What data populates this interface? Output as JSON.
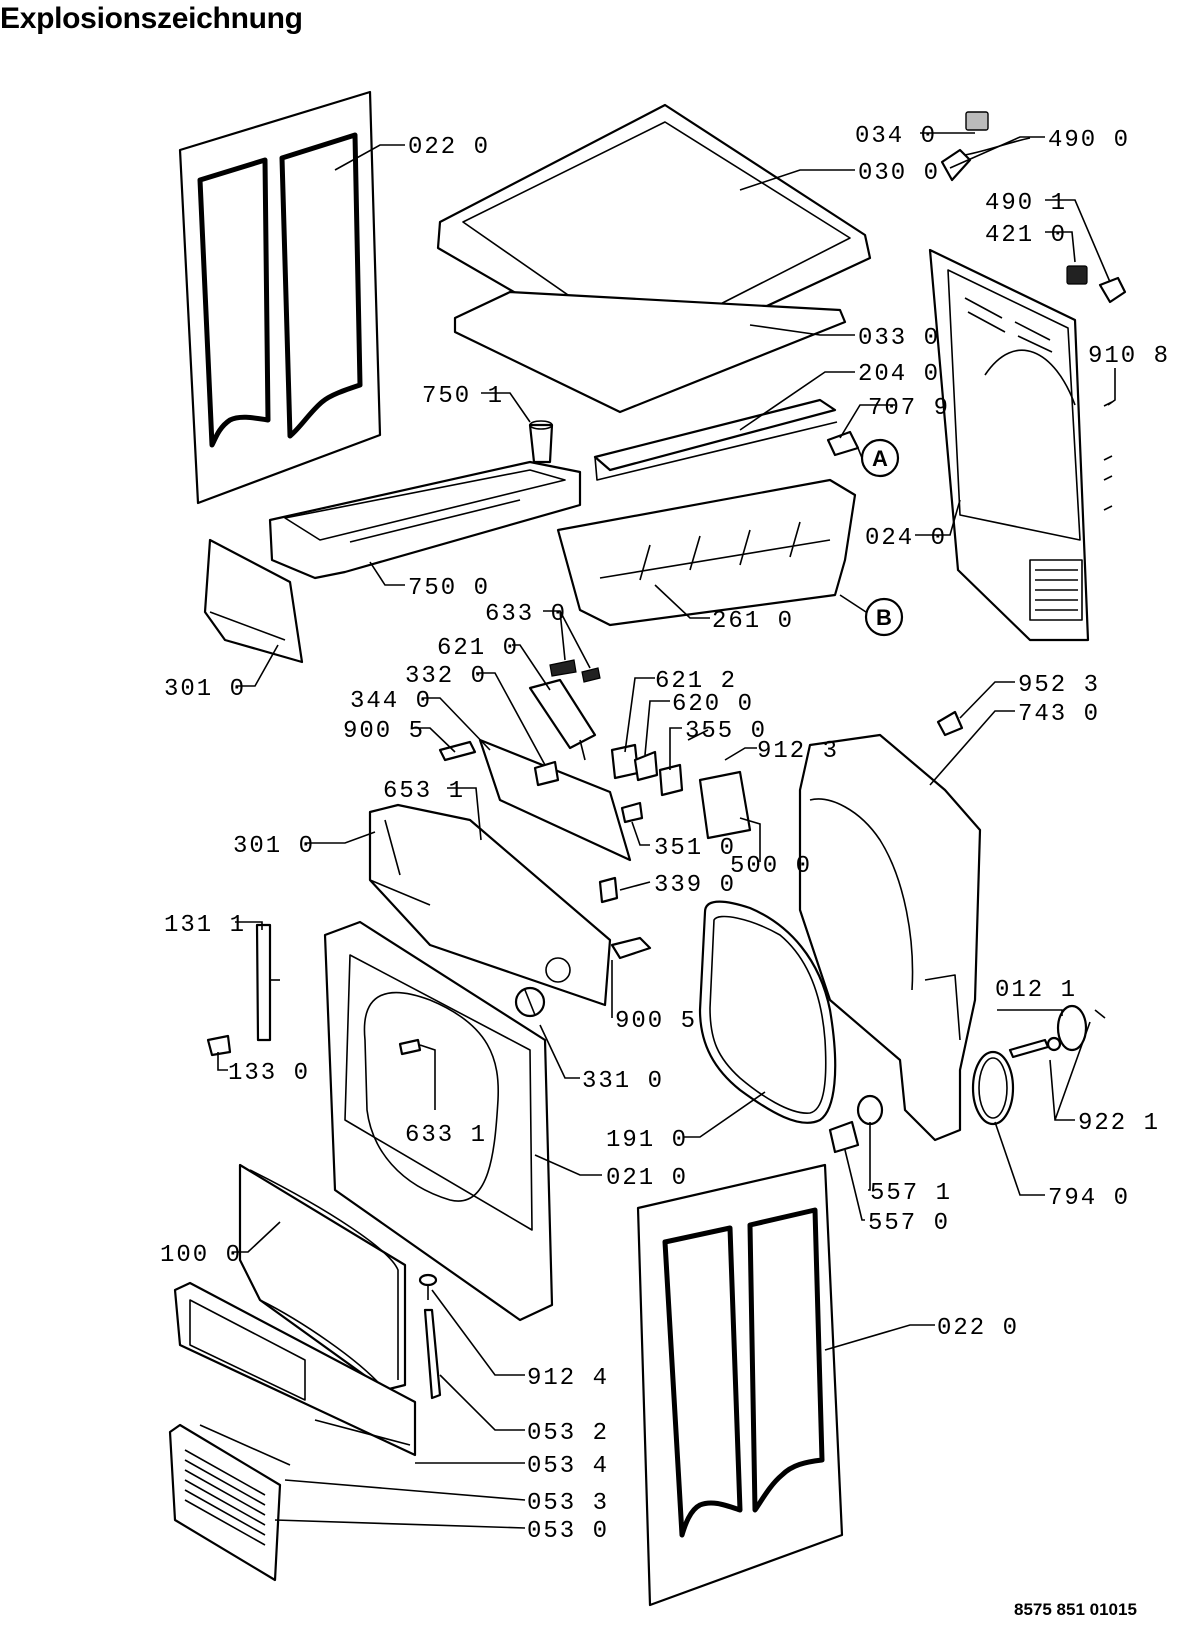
{
  "title": "Explosionszeichnung",
  "document_number": "8575 851 01015",
  "callouts": [
    "A",
    "B"
  ],
  "parts": [
    {
      "label": "022 0"
    },
    {
      "label": "034 0"
    },
    {
      "label": "490 0"
    },
    {
      "label": "030 0"
    },
    {
      "label": "490 1"
    },
    {
      "label": "421 0"
    },
    {
      "label": "033 0"
    },
    {
      "label": "910 8"
    },
    {
      "label": "204 0"
    },
    {
      "label": "750 1"
    },
    {
      "label": "707 9"
    },
    {
      "label": "024 0"
    },
    {
      "label": "750 0"
    },
    {
      "label": "261 0"
    },
    {
      "label": "633 0"
    },
    {
      "label": "301 0"
    },
    {
      "label": "621 0"
    },
    {
      "label": "332 0"
    },
    {
      "label": "621 2"
    },
    {
      "label": "952 3"
    },
    {
      "label": "620 0"
    },
    {
      "label": "743 0"
    },
    {
      "label": "344 0"
    },
    {
      "label": "355 0"
    },
    {
      "label": "900 5"
    },
    {
      "label": "912 3"
    },
    {
      "label": "653 1"
    },
    {
      "label": "301 0"
    },
    {
      "label": "351 0"
    },
    {
      "label": "500 0"
    },
    {
      "label": "339 0"
    },
    {
      "label": "131 1"
    },
    {
      "label": "012 1"
    },
    {
      "label": "900 5"
    },
    {
      "label": "133 0"
    },
    {
      "label": "331 0"
    },
    {
      "label": "922 1"
    },
    {
      "label": "633 1"
    },
    {
      "label": "191 0"
    },
    {
      "label": "021 0"
    },
    {
      "label": "557 1"
    },
    {
      "label": "794 0"
    },
    {
      "label": "557 0"
    },
    {
      "label": "100 0"
    },
    {
      "label": "022 0"
    },
    {
      "label": "912 4"
    },
    {
      "label": "053 2"
    },
    {
      "label": "053 4"
    },
    {
      "label": "053 3"
    },
    {
      "label": "053 0"
    }
  ]
}
